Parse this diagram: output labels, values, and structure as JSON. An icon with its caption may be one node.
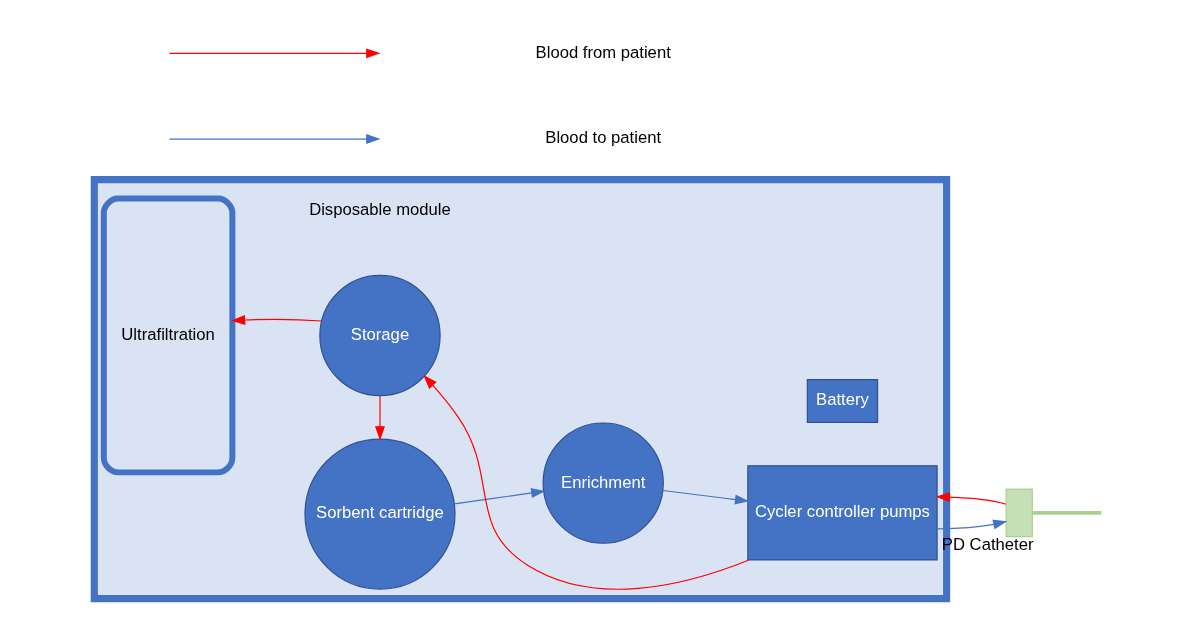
{
  "diagram": {
    "nodes": [
      {
        "text": [],
        "shape": "box"
      },
      {
        "text": [
          "Ultrafiltration"
        ],
        "in": 0
      },
      {
        "text": [
          "Storage"
        ],
        "in": 0
      },
      {
        "text": [
          "Sorbent cartridge"
        ],
        "in": 0
      },
      {
        "text": [
          "Enrichment"
        ],
        "in": 0
      },
      {
        "text": [
          "Cycler controller pumps"
        ],
        "in": 0
      },
      {
        "text": [
          "Battery"
        ],
        "in": 0
      },
      {
        "text": [],
        "shape": "box",
        "beside": [
          "PD Catheter"
        ]
      }
    ],
    "edges": [
      {
        "from": 7,
        "to": 5,
        "arrow": "to",
        "color": "#ff0000"
      },
      {
        "from": 5,
        "to": 2,
        "arrow": "to",
        "color": "#ff0000"
      },
      {
        "from": 2,
        "to": 1,
        "arrow": "to",
        "color": "#ff0000"
      },
      {
        "from": 2,
        "to": 3,
        "arrow": "to",
        "color": "#ff0000"
      },
      {
        "from": 3,
        "to": 4,
        "arrow": "to",
        "color": "#4472c4"
      },
      {
        "from": 4,
        "to": 5,
        "arrow": "to",
        "color": "#4472c4"
      },
      {
        "from": 5,
        "to": 7,
        "arrow": "to",
        "color": "#4472c4"
      },
      {
        "from": 7,
        "to": null,
        "arrow": "none",
        "style": "thick",
        "color": "#a9d18e"
      }
    ],
    "labels": [
      "Disposable module"
    ],
    "legend": [
      {
        "text": "Blood from patient"
      },
      {
        "text": "Blood to patient"
      }
    ]
  }
}
